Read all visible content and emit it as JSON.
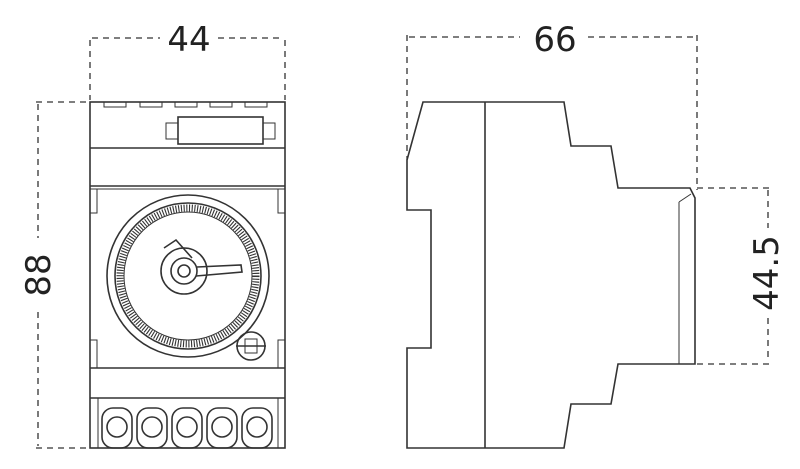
{
  "diagram": {
    "dimensions": {
      "front_width": "44",
      "height": "88",
      "side_depth": "66",
      "front_face_height": "44.5"
    },
    "colors": {
      "line": "#333333",
      "text": "#222222",
      "background": "#ffffff"
    }
  }
}
